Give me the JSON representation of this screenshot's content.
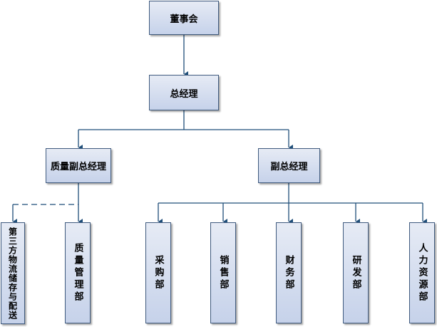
{
  "diagram": {
    "board": "董事会",
    "gm": "总经理",
    "quality_vp": "质量副总经理",
    "vp": "副总经理",
    "third_party": "第三方物流储存与配送",
    "quality_dept": "质量管理部",
    "purchasing": "采购部",
    "sales": "销售部",
    "finance": "财务部",
    "rnd": "研发部",
    "hr": "人力资源部"
  },
  "colors": {
    "box_top": "#e6ebf5",
    "box_bottom": "#c6d2ea",
    "border": "#3f5a7e",
    "connector": "#1f4e79"
  }
}
